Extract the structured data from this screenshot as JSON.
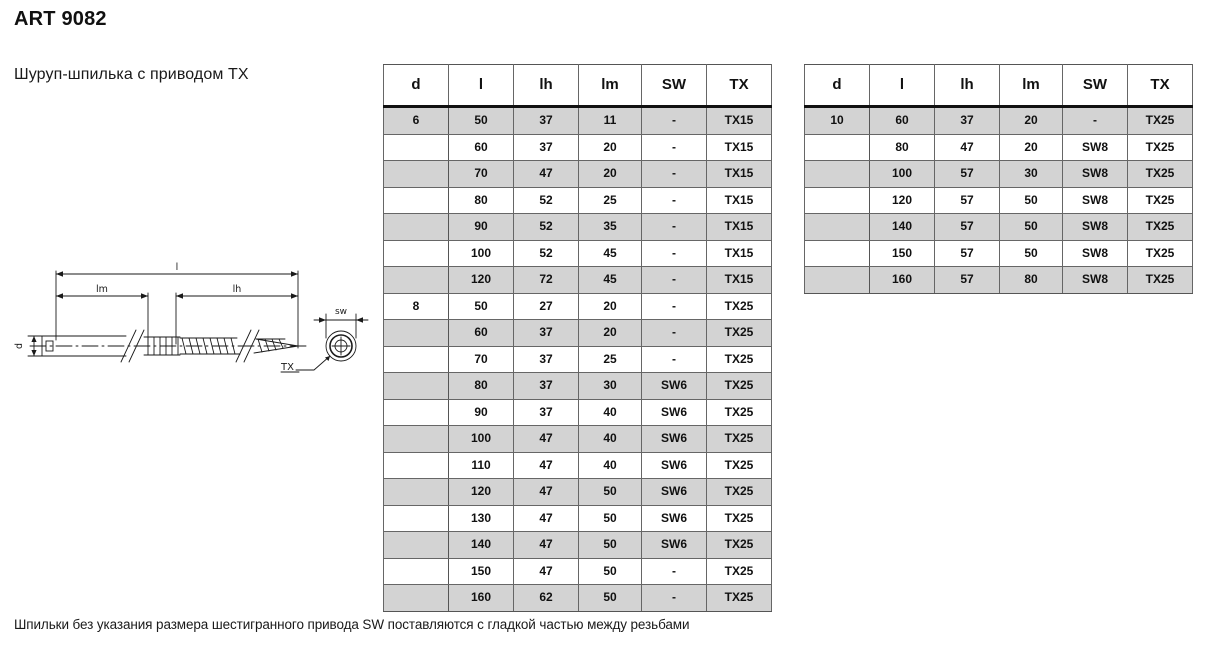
{
  "page": {
    "title": "ART 9082",
    "subtitle": "Шуруп-шпилька с приводом TX",
    "footer_note": "Шпильки без указания размера шестигранного привода SW поставляются с гладкой частью между резьбами"
  },
  "drawing": {
    "labels": {
      "total_length": "l",
      "machine_thread": "lm",
      "wood_thread": "lh",
      "diameter": "d",
      "hex_width": "sw",
      "drive": "TX"
    }
  },
  "tables": {
    "headers": [
      "d",
      "l",
      "lh",
      "lm",
      "SW",
      "TX"
    ],
    "left": {
      "rows": [
        {
          "d": "6",
          "l": "50",
          "lh": "37",
          "lm": "11",
          "sw": "-",
          "tx": "TX15",
          "shaded": true
        },
        {
          "d": "",
          "l": "60",
          "lh": "37",
          "lm": "20",
          "sw": "-",
          "tx": "TX15",
          "shaded": false
        },
        {
          "d": "",
          "l": "70",
          "lh": "47",
          "lm": "20",
          "sw": "-",
          "tx": "TX15",
          "shaded": true
        },
        {
          "d": "",
          "l": "80",
          "lh": "52",
          "lm": "25",
          "sw": "-",
          "tx": "TX15",
          "shaded": false
        },
        {
          "d": "",
          "l": "90",
          "lh": "52",
          "lm": "35",
          "sw": "-",
          "tx": "TX15",
          "shaded": true
        },
        {
          "d": "",
          "l": "100",
          "lh": "52",
          "lm": "45",
          "sw": "-",
          "tx": "TX15",
          "shaded": false
        },
        {
          "d": "",
          "l": "120",
          "lh": "72",
          "lm": "45",
          "sw": "-",
          "tx": "TX15",
          "shaded": true
        },
        {
          "d": "8",
          "l": "50",
          "lh": "27",
          "lm": "20",
          "sw": "-",
          "tx": "TX25",
          "shaded": false
        },
        {
          "d": "",
          "l": "60",
          "lh": "37",
          "lm": "20",
          "sw": "-",
          "tx": "TX25",
          "shaded": true
        },
        {
          "d": "",
          "l": "70",
          "lh": "37",
          "lm": "25",
          "sw": "-",
          "tx": "TX25",
          "shaded": false
        },
        {
          "d": "",
          "l": "80",
          "lh": "37",
          "lm": "30",
          "sw": "SW6",
          "tx": "TX25",
          "shaded": true
        },
        {
          "d": "",
          "l": "90",
          "lh": "37",
          "lm": "40",
          "sw": "SW6",
          "tx": "TX25",
          "shaded": false
        },
        {
          "d": "",
          "l": "100",
          "lh": "47",
          "lm": "40",
          "sw": "SW6",
          "tx": "TX25",
          "shaded": true
        },
        {
          "d": "",
          "l": "110",
          "lh": "47",
          "lm": "40",
          "sw": "SW6",
          "tx": "TX25",
          "shaded": false
        },
        {
          "d": "",
          "l": "120",
          "lh": "47",
          "lm": "50",
          "sw": "SW6",
          "tx": "TX25",
          "shaded": true
        },
        {
          "d": "",
          "l": "130",
          "lh": "47",
          "lm": "50",
          "sw": "SW6",
          "tx": "TX25",
          "shaded": false
        },
        {
          "d": "",
          "l": "140",
          "lh": "47",
          "lm": "50",
          "sw": "SW6",
          "tx": "TX25",
          "shaded": true
        },
        {
          "d": "",
          "l": "150",
          "lh": "47",
          "lm": "50",
          "sw": "-",
          "tx": "TX25",
          "shaded": false
        },
        {
          "d": "",
          "l": "160",
          "lh": "62",
          "lm": "50",
          "sw": "-",
          "tx": "TX25",
          "shaded": true
        }
      ]
    },
    "right": {
      "rows": [
        {
          "d": "10",
          "l": "60",
          "lh": "37",
          "lm": "20",
          "sw": "-",
          "tx": "TX25",
          "shaded": true
        },
        {
          "d": "",
          "l": "80",
          "lh": "47",
          "lm": "20",
          "sw": "SW8",
          "tx": "TX25",
          "shaded": false
        },
        {
          "d": "",
          "l": "100",
          "lh": "57",
          "lm": "30",
          "sw": "SW8",
          "tx": "TX25",
          "shaded": true
        },
        {
          "d": "",
          "l": "120",
          "lh": "57",
          "lm": "50",
          "sw": "SW8",
          "tx": "TX25",
          "shaded": false
        },
        {
          "d": "",
          "l": "140",
          "lh": "57",
          "lm": "50",
          "sw": "SW8",
          "tx": "TX25",
          "shaded": true
        },
        {
          "d": "",
          "l": "150",
          "lh": "57",
          "lm": "50",
          "sw": "SW8",
          "tx": "TX25",
          "shaded": false
        },
        {
          "d": "",
          "l": "160",
          "lh": "57",
          "lm": "80",
          "sw": "SW8",
          "tx": "TX25",
          "shaded": true
        }
      ]
    }
  },
  "colors": {
    "row_shade": "#d3d3d3",
    "border": "#666666",
    "text": "#111111"
  }
}
